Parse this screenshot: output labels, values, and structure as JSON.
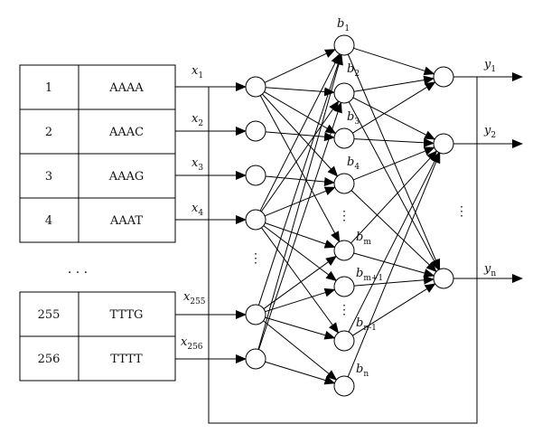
{
  "table": {
    "top_rows": [
      {
        "index": "1",
        "seq": "AAAA"
      },
      {
        "index": "2",
        "seq": "AAAC"
      },
      {
        "index": "3",
        "seq": "AAAG"
      },
      {
        "index": "4",
        "seq": "AAAT"
      }
    ],
    "gap_dots": ". . .",
    "bottom_rows": [
      {
        "index": "255",
        "seq": "TTTG"
      },
      {
        "index": "256",
        "seq": "TTTT"
      }
    ]
  },
  "inputs": [
    {
      "base": "x",
      "sub": "1"
    },
    {
      "base": "x",
      "sub": "2"
    },
    {
      "base": "x",
      "sub": "3"
    },
    {
      "base": "x",
      "sub": "4"
    },
    {
      "base": "x",
      "sub": "255"
    },
    {
      "base": "x",
      "sub": "256"
    }
  ],
  "hidden": [
    {
      "base": "b",
      "sub": "1"
    },
    {
      "base": "b",
      "sub": "2"
    },
    {
      "base": "b",
      "sub": "3"
    },
    {
      "base": "b",
      "sub": "4"
    },
    {
      "base": "b",
      "sub": "m"
    },
    {
      "base": "b",
      "sub": "m+1"
    },
    {
      "base": "b",
      "sub": "n-1"
    },
    {
      "base": "b",
      "sub": "n"
    }
  ],
  "outputs": [
    {
      "base": "y",
      "sub": "1"
    },
    {
      "base": "y",
      "sub": "2"
    },
    {
      "base": "y",
      "sub": "n"
    }
  ],
  "ellipsis": {
    "vertical": "⋮"
  }
}
